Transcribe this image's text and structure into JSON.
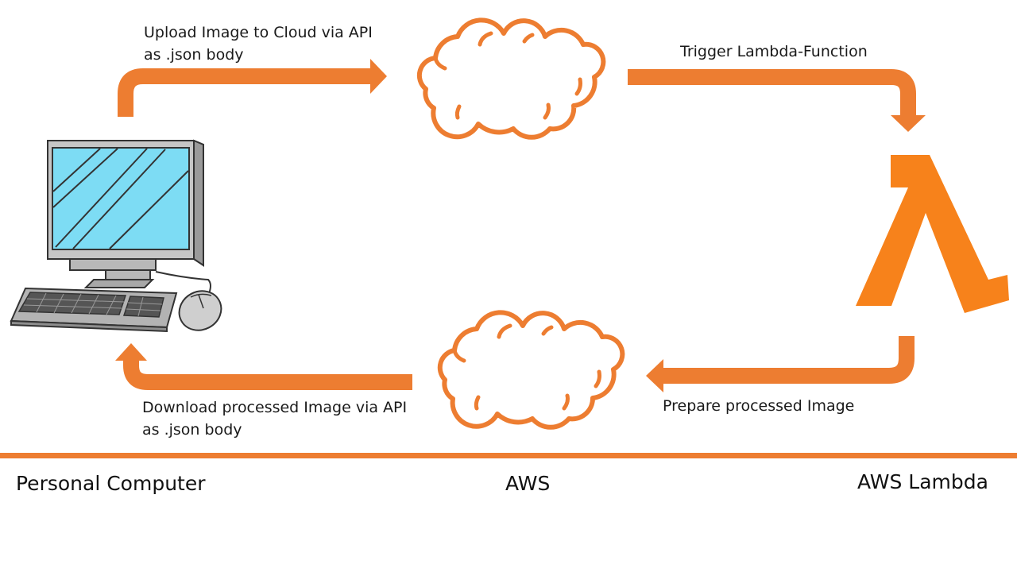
{
  "colors": {
    "accent": "#ED7D31",
    "lambda": "#F7821B",
    "screen": "#7DDCF4",
    "monitor": "#B3B3B3",
    "outline": "#333333"
  },
  "icons": {
    "computer": "desktop-computer-icon",
    "cloud_top": "cloud-icon",
    "cloud_bottom": "cloud-icon",
    "lambda": "aws-lambda-icon"
  },
  "edges": {
    "upload": {
      "line1": "Upload Image to Cloud via API",
      "line2": "as .json body"
    },
    "trigger": {
      "label": "Trigger Lambda-Function"
    },
    "prepare": {
      "label": "Prepare processed Image"
    },
    "download": {
      "line1": "Download processed Image via API",
      "line2": "as .json body"
    }
  },
  "sections": {
    "left": "Personal Computer",
    "middle": "AWS",
    "right": "AWS Lambda"
  }
}
